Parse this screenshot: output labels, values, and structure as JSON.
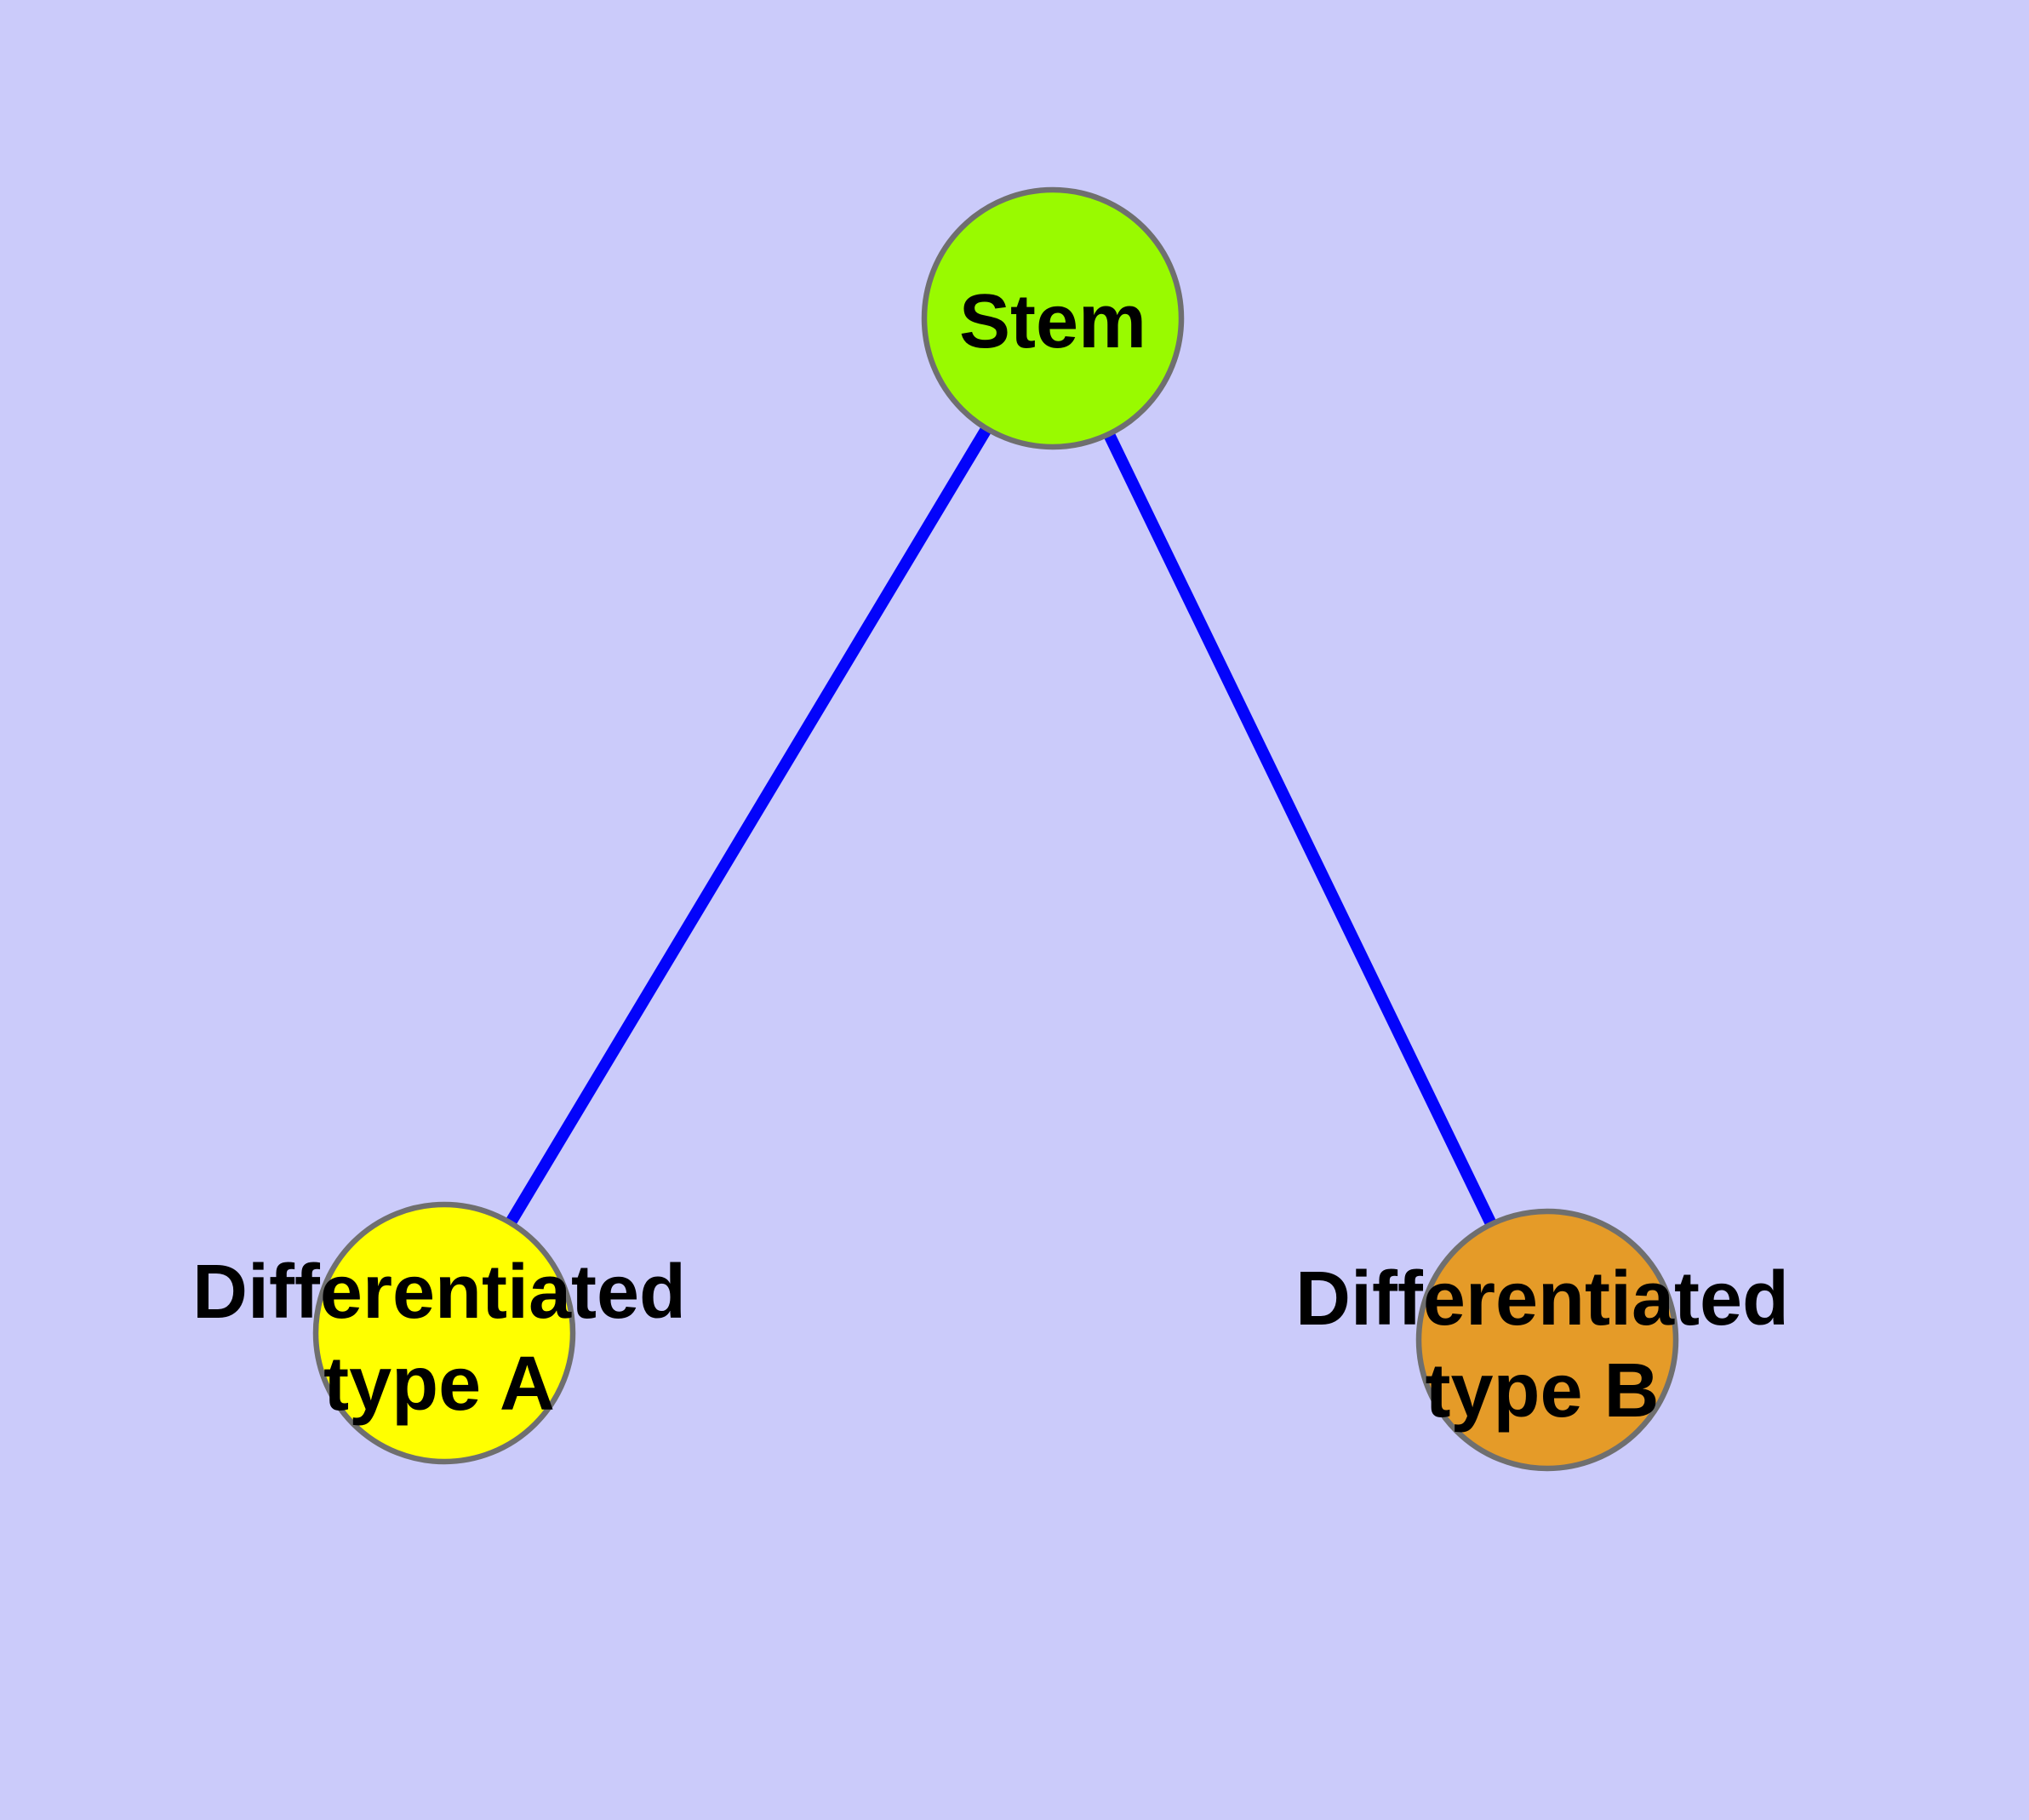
{
  "canvas": {
    "background_color": "#CBCBFA"
  },
  "graph": {
    "nodes": {
      "stem": {
        "label": "Stem",
        "fill_color": "#99FA00"
      },
      "diff_a": {
        "label_line1": "Differentiated",
        "label_line2": "type A",
        "fill_color": "#FFFF00"
      },
      "diff_b": {
        "label_line1": "Differentiated",
        "label_line2": "type B",
        "fill_color": "#E59B28"
      }
    },
    "edges": {
      "stem_to_a": {
        "from": "Stem",
        "to": "Differentiated type A"
      },
      "stem_to_b": {
        "from": "Stem",
        "to": "Differentiated type B"
      }
    },
    "style": {
      "node_border_color": "#6F6F6F",
      "edge_color": "#0303FB",
      "label_color": "#000000"
    }
  }
}
